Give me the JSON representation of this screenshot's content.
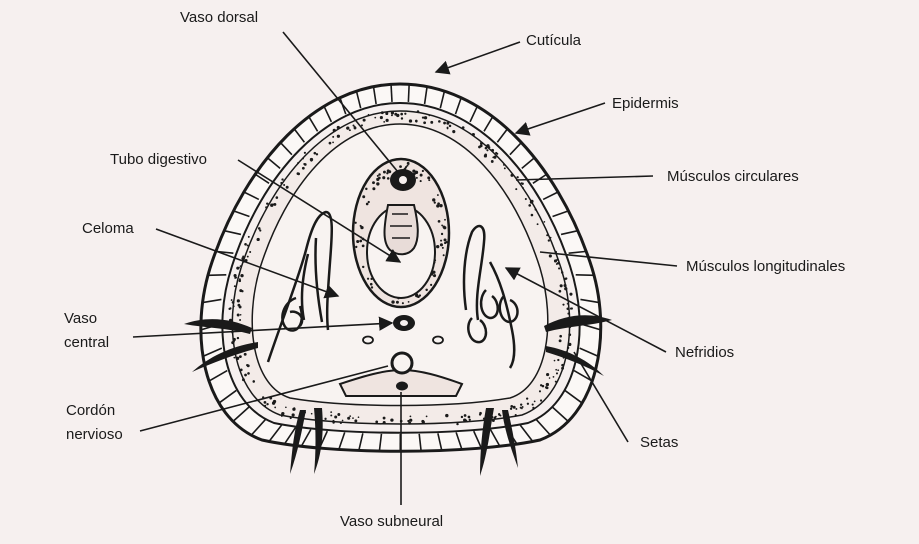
{
  "labels": {
    "vaso_dorsal": "Vaso dorsal",
    "cuticula": "Cutícula",
    "epidermis": "Epidermis",
    "tubo_digestivo": "Tubo digestivo",
    "musculos_circulares": "Músculos circulares",
    "celoma": "Celoma",
    "musculos_longitudinales": "Músculos longitudinales",
    "vaso_central_1": "Vaso",
    "vaso_central_2": "central",
    "nefridios": "Nefridios",
    "cordon_nervioso_1": "Cordón",
    "cordon_nervioso_2": "nervioso",
    "setas": "Setas",
    "vaso_subneural": "Vaso subneural"
  },
  "colors": {
    "paper": "#f6f0ef",
    "ink": "#1a1a1a"
  }
}
